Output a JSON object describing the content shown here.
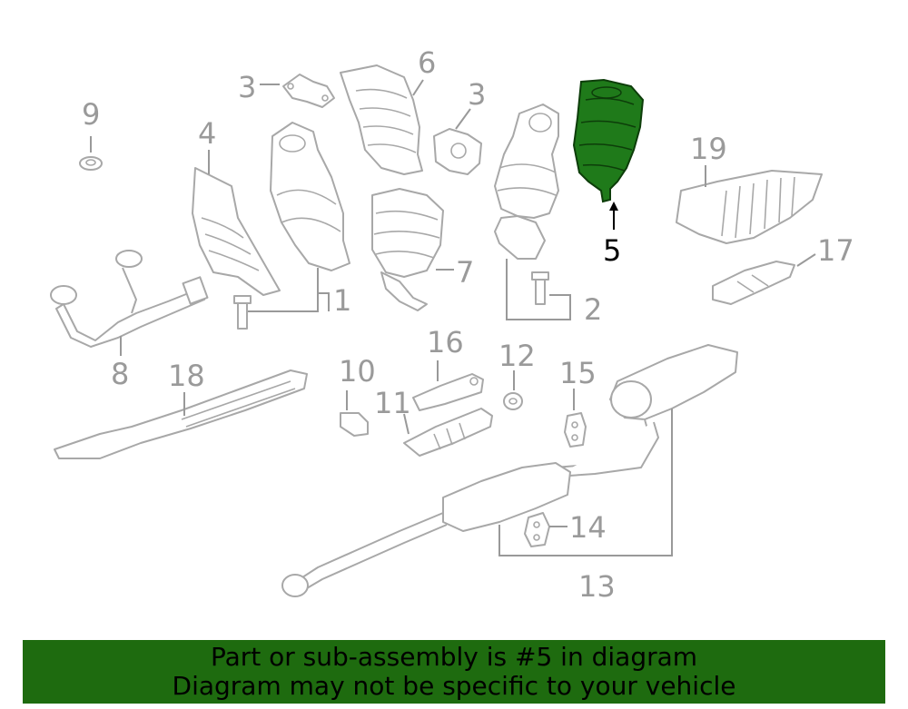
{
  "callouts": {
    "c1": "1",
    "c2": "2",
    "c3a": "3",
    "c3b": "3",
    "c4": "4",
    "c5": "5",
    "c6": "6",
    "c7": "7",
    "c8": "8",
    "c9": "9",
    "c10": "10",
    "c11": "11",
    "c12": "12",
    "c13": "13",
    "c14": "14",
    "c15": "15",
    "c16": "16",
    "c17": "17",
    "c18": "18",
    "c19": "19"
  },
  "highlighted_part": "5",
  "colors": {
    "highlight": "#1f7a1a",
    "banner": "#1e6b0f",
    "line_art": "#a8a8a8"
  },
  "banner": {
    "line1": "Part or sub-assembly is #5 in diagram",
    "line2": "Diagram may not be specific to your vehicle"
  }
}
